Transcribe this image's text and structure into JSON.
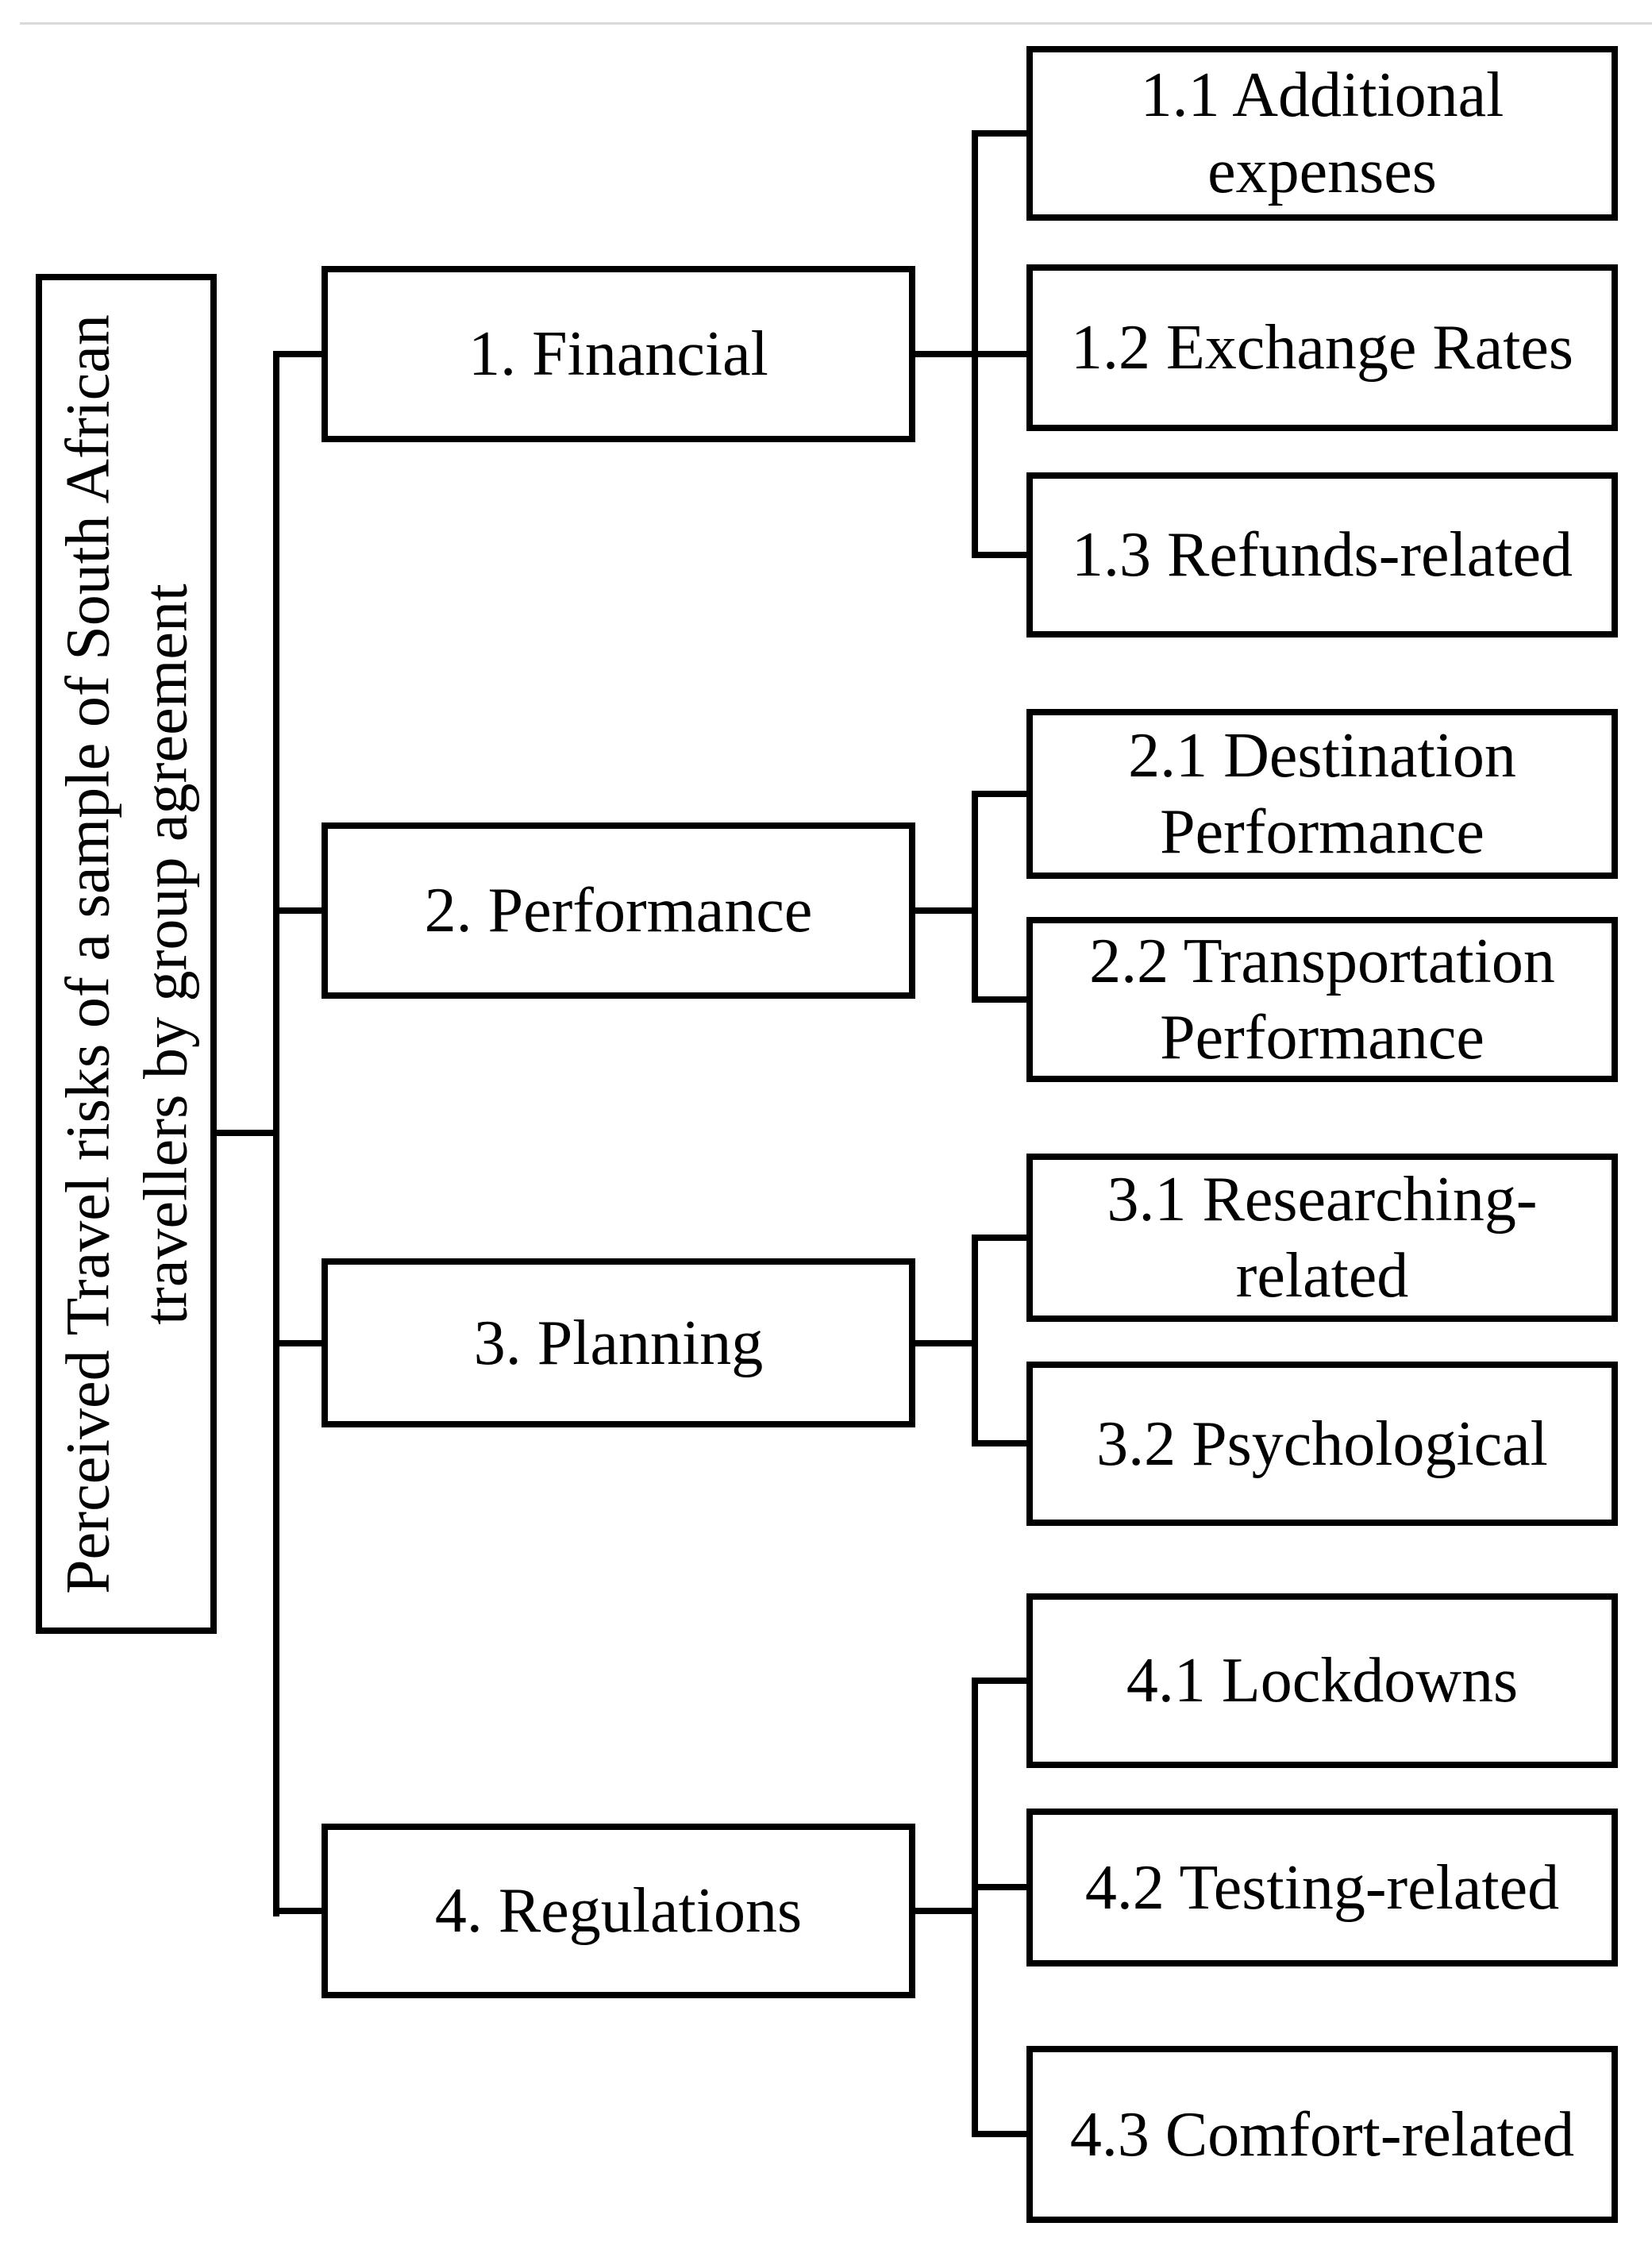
{
  "page": {
    "background": "#ffffff",
    "node_border_color": "#000000",
    "connector_color": "#000000",
    "top_rule_color": "#d9d9d9"
  },
  "root": {
    "label": "Perceived Travel risks of a sample of South African travellers by group agreement",
    "label_line1": "Perceived Travel risks of a sample of South African",
    "label_line2": "travellers by group agreement"
  },
  "categories": [
    {
      "label": "1. Financial",
      "children": [
        "1.1 Additional expenses",
        "1.2 Exchange Rates",
        "1.3 Refunds-related"
      ]
    },
    {
      "label": "2. Performance",
      "children": [
        "2.1 Destination Performance",
        "2.2 Transportation Performance"
      ]
    },
    {
      "label": "3. Planning",
      "children": [
        "3.1 Researching-related",
        "3.2 Psychological"
      ]
    },
    {
      "label": "4. Regulations",
      "children": [
        "4.1 Lockdowns",
        "4.2 Testing-related",
        "4.3 Comfort-related"
      ]
    }
  ]
}
